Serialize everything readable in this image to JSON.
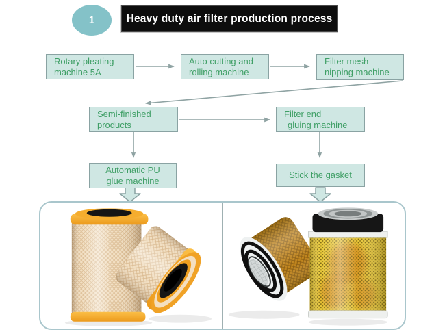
{
  "header": {
    "step_number": "1",
    "title": "Heavy duty air filter production process"
  },
  "flowchart": {
    "nodes": [
      {
        "id": "rotary-pleating-machine",
        "lines": [
          "Rotary pleating",
          "machine 5A"
        ]
      },
      {
        "id": "auto-cutting-rolling-machine",
        "lines": [
          "Auto cutting and",
          "rolling machine"
        ]
      },
      {
        "id": "filter-mesh-nipping-machine",
        "lines": [
          "Filter mesh",
          "nipping machine"
        ]
      },
      {
        "id": "semi-finished-products",
        "lines": [
          "Semi-finished",
          "products"
        ]
      },
      {
        "id": "filter-end-gluing-machine",
        "lines": [
          "Filter end",
          "gluing machine"
        ]
      },
      {
        "id": "automatic-pu-glue-machine",
        "lines": [
          "Automatic PU",
          "glue machine"
        ]
      },
      {
        "id": "stick-the-gasket",
        "lines": [
          "Stick the gasket"
        ]
      }
    ],
    "connections": [
      {
        "from": "rotary-pleating-machine",
        "to": "auto-cutting-rolling-machine"
      },
      {
        "from": "auto-cutting-rolling-machine",
        "to": "filter-mesh-nipping-machine"
      },
      {
        "from": "filter-mesh-nipping-machine",
        "to": "semi-finished-products"
      },
      {
        "from": "semi-finished-products",
        "to": "filter-end-gluing-machine"
      },
      {
        "from": "semi-finished-products",
        "to": "automatic-pu-glue-machine"
      },
      {
        "from": "filter-end-gluing-machine",
        "to": "stick-the-gasket"
      },
      {
        "from": "automatic-pu-glue-machine",
        "to": "left-product-photo"
      },
      {
        "from": "stick-the-gasket",
        "to": "right-product-photo"
      }
    ]
  },
  "colors": {
    "step_badge": "#84c2c8",
    "banner_background": "#0d0d0d",
    "banner_text": "#ffffff",
    "node_fill": "#cfe7e3",
    "node_border": "#8aa3a3",
    "node_text": "#3f9f66",
    "connector": "#8fa3a3",
    "panel_border": "#a9c6cc",
    "filter_cap_orange": "#f3a828",
    "filter_media_cream": "#f2dfc2",
    "filter_mesh_yellow": "#e8c93a"
  }
}
